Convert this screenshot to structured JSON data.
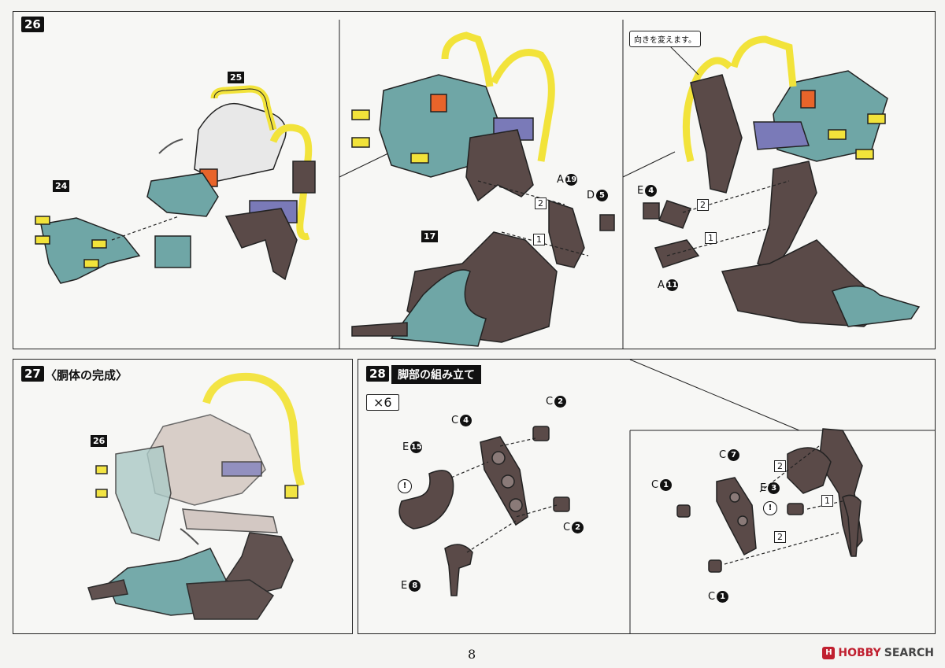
{
  "steps": {
    "s26": {
      "badge": "26",
      "ref_badges": {
        "r25": "25",
        "r24": "24",
        "r17": "17"
      },
      "square_nums": {
        "n2a": "2",
        "n1a": "1",
        "n2b": "2",
        "n1b": "1"
      },
      "parts": {
        "a19": {
          "letter": "A",
          "num": "19"
        },
        "d5": {
          "letter": "D",
          "num": "5"
        },
        "e4": {
          "letter": "E",
          "num": "4"
        },
        "a11": {
          "letter": "A",
          "num": "11"
        }
      },
      "callout": "向きを変えます。"
    },
    "s27": {
      "badge": "27",
      "title": "〈胴体の完成〉",
      "ref_badges": {
        "r26": "26"
      }
    },
    "s28": {
      "badge": "28",
      "title": "脚部の組み立て",
      "multiplier": "×6",
      "square_nums": {
        "n2a": "2",
        "n1a": "1",
        "n2b": "2"
      },
      "parts": {
        "c4": {
          "letter": "C",
          "num": "4"
        },
        "c2a": {
          "letter": "C",
          "num": "2"
        },
        "e15": {
          "letter": "E",
          "num": "15"
        },
        "c2b": {
          "letter": "C",
          "num": "2"
        },
        "e8": {
          "letter": "E",
          "num": "8"
        },
        "c7": {
          "letter": "C",
          "num": "7"
        },
        "c1a": {
          "letter": "C",
          "num": "1"
        },
        "e3": {
          "letter": "E",
          "num": "3"
        },
        "c1b": {
          "letter": "C",
          "num": "1"
        }
      },
      "warning": "!"
    }
  },
  "page_number": "8",
  "watermark": {
    "icon": "H",
    "brand": "HOBBY",
    "suffix": "SEARCH"
  },
  "colors": {
    "teal": "#6fa6a6",
    "dark_brown": "#5a4a48",
    "yellow": "#f2e33a",
    "orange": "#e8642a",
    "purple": "#7a7ab8",
    "outline": "#222222"
  }
}
